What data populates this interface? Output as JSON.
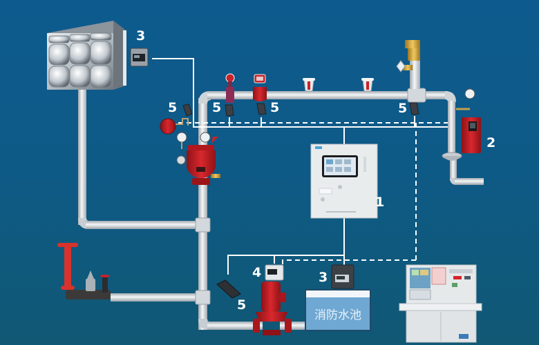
{
  "diagram": {
    "type": "fire-sprinkler-system-schematic",
    "colors": {
      "background": "#0e5a8a",
      "pipe": "#d9dde0",
      "signal_line": "#ffffff",
      "equipment_red": "#c8232a",
      "label_text": "#ffffff",
      "pool_fill": "#6fa8d2"
    },
    "labels": {
      "controller": "1",
      "pressure_switch_box": "2",
      "level_meter_tank": "3",
      "level_meter_pool": "3",
      "pump_monitor": "4",
      "sensor_alarm_valve": "5",
      "sensor_signal_valve": "5",
      "sensor_gate_valve": "5",
      "sensor_end_test": "5",
      "sensor_pump_room": "5"
    },
    "pool": {
      "label": "消防水池"
    },
    "components": [
      {
        "id": "water-tank",
        "name": "Elevated stainless water tank"
      },
      {
        "id": "level-meter-tank",
        "name": "Water level monitor",
        "label": "3"
      },
      {
        "id": "alarm-valve",
        "name": "Wet alarm valve with gauges"
      },
      {
        "id": "water-flow-indicator",
        "name": "Signal butterfly valve"
      },
      {
        "id": "signal-gate-valve",
        "name": "Signal gate valve"
      },
      {
        "id": "sprinkler-1",
        "name": "Sprinkler head"
      },
      {
        "id": "sprinkler-2",
        "name": "Sprinkler head"
      },
      {
        "id": "exhaust-valve",
        "name": "Automatic air vent valve"
      },
      {
        "id": "end-test-device",
        "name": "End water test device",
        "label": "2"
      },
      {
        "id": "controller",
        "name": "Monitoring controller",
        "label": "1"
      },
      {
        "id": "hydrant-adapter",
        "name": "Pump adapter / hydrant connector"
      },
      {
        "id": "fire-pump",
        "name": "Vertical fire pump"
      },
      {
        "id": "pump-monitor",
        "name": "Pump monitor",
        "label": "4"
      },
      {
        "id": "level-meter-pool",
        "name": "Pool level monitor",
        "label": "3"
      },
      {
        "id": "fire-control-console",
        "name": "Fire control console"
      }
    ]
  }
}
